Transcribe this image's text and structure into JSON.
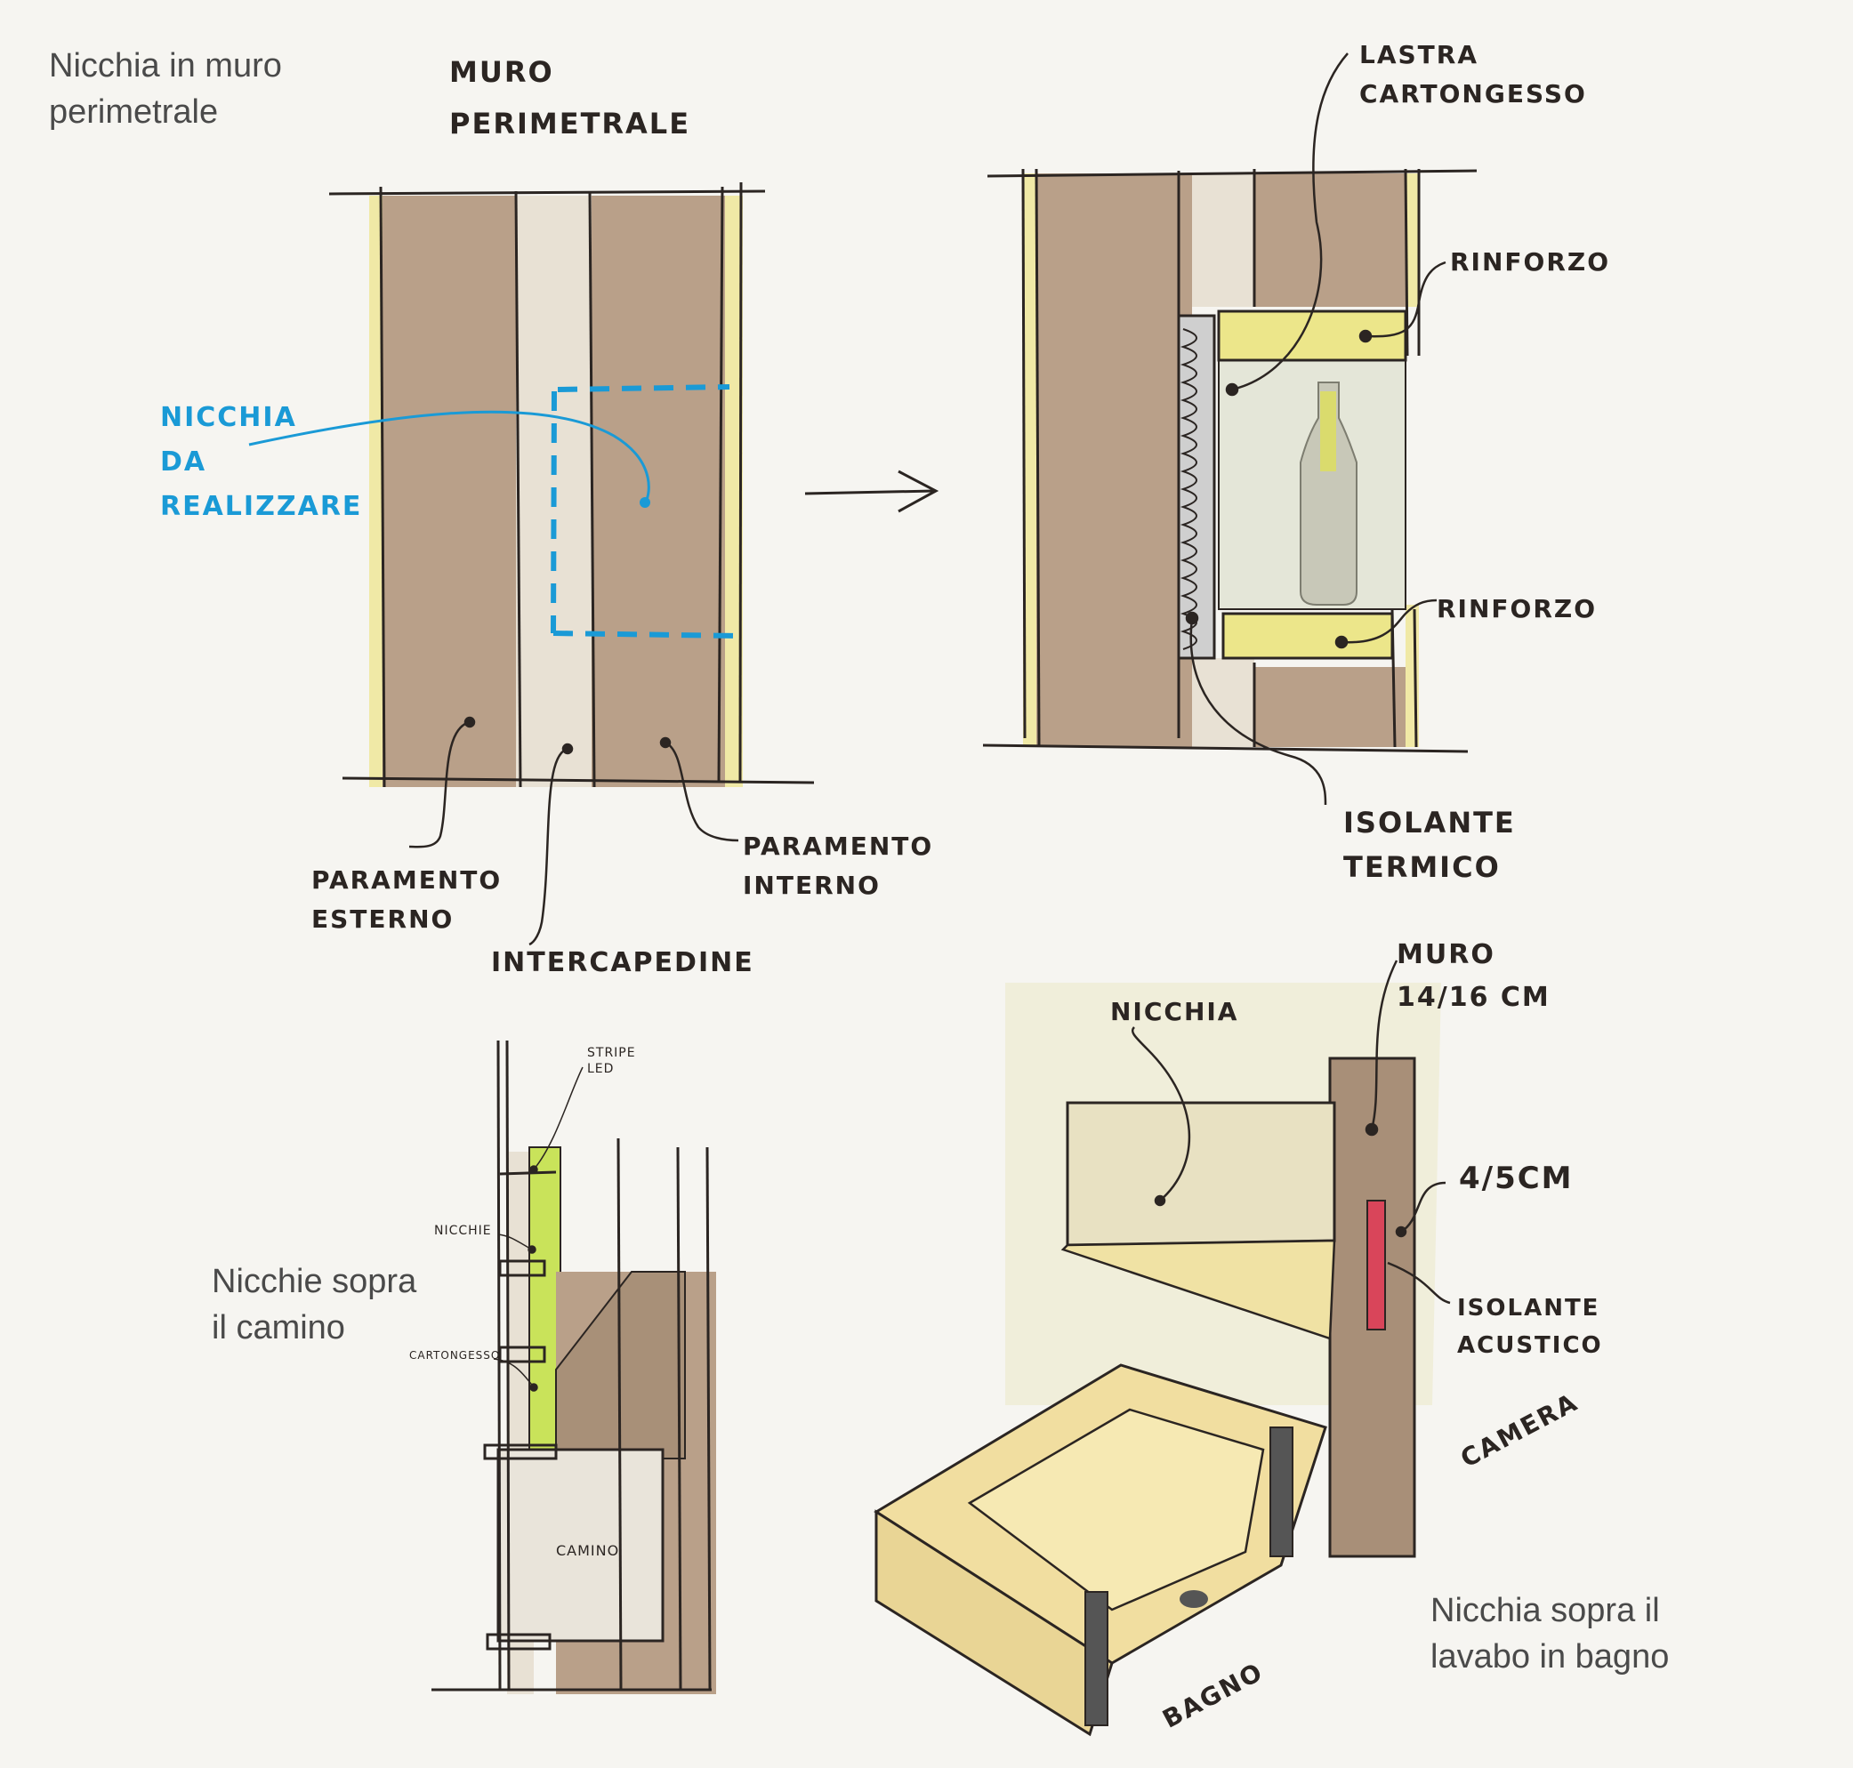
{
  "captions": {
    "top_left": "Nicchia in muro\nperimetrale",
    "bottom_left": "Nicchie sopra\nil camino",
    "bottom_right": "Nicchia sopra il\nlavabo in bagno"
  },
  "labels": {
    "muro_perimetrale": "MURO\nPERIMETRALE",
    "nicchia_da_realizzare": "NICCHIA\nDA\nREALIZZARE",
    "paramento_esterno": "PARAMENTO\nESTERNO",
    "intercapedine": "INTERCAPEDINE",
    "paramento_interno": "PARAMENTO\nINTERNO",
    "lastra_cartongesso": "LASTRA\nCARTONGESSO",
    "rinforzo_top": "RINFORZO",
    "rinforzo_bottom": "RINFORZO",
    "isolante_termico": "ISOLANTE\nTERMICO",
    "stripe_led": "STRIPE\nLED",
    "nicchie": "NICCHIE",
    "cartongesso": "CARTONGESSO",
    "camino": "CAMINO",
    "nicchia": "NICCHIA",
    "muro_14_16": "MURO\n14/16 CM",
    "spessore_4_5": "4/5CM",
    "isolante_acustico": "ISOLANTE\nACUSTICO",
    "camera": "CAMERA",
    "bagno": "BAGNO"
  },
  "colors": {
    "wall_brown": "#b9a089",
    "cavity_light": "#e8e1d4",
    "insulation_yellow": "#f0e9a6",
    "niche_blue": "#1a9ad6",
    "ink": "#2b2522",
    "acoustic_red": "#d9455a"
  }
}
